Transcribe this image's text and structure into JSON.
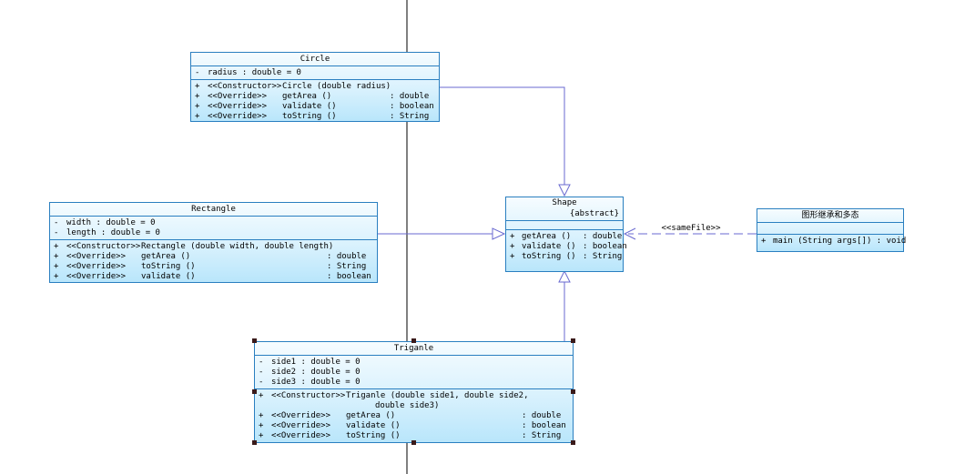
{
  "classes": {
    "circle": {
      "name": "Circle",
      "attributes": [
        {
          "vis": "-",
          "text": "radius  : double   = 0"
        }
      ],
      "operations": [
        {
          "vis": "+",
          "stereo": "<<Constructor>>",
          "sig": "Circle (double radius)",
          "type": ""
        },
        {
          "vis": "+",
          "stereo": "<<Override>>",
          "sig": "getArea ()",
          "type": ": double"
        },
        {
          "vis": "+",
          "stereo": "<<Override>>",
          "sig": "validate ()",
          "type": ": boolean"
        },
        {
          "vis": "+",
          "stereo": "<<Override>>",
          "sig": "toString ()",
          "type": ": String"
        }
      ]
    },
    "rectangle": {
      "name": "Rectangle",
      "attributes": [
        {
          "vis": "-",
          "text": "width   : double   = 0"
        },
        {
          "vis": "-",
          "text": "length  : double   = 0"
        }
      ],
      "operations": [
        {
          "vis": "+",
          "stereo": "<<Constructor>>",
          "sig": "Rectangle (double width, double length)",
          "type": ""
        },
        {
          "vis": "+",
          "stereo": "<<Override>>",
          "sig": "getArea ()",
          "type": ": double"
        },
        {
          "vis": "+",
          "stereo": "<<Override>>",
          "sig": "toString ()",
          "type": ": String"
        },
        {
          "vis": "+",
          "stereo": "<<Override>>",
          "sig": "validate ()",
          "type": ": boolean"
        }
      ]
    },
    "shape": {
      "name": "Shape",
      "stereotype": "{abstract}",
      "operations": [
        {
          "vis": "+",
          "text": "getArea  ()",
          "type": ": double"
        },
        {
          "vis": "+",
          "text": "validate ()",
          "type": ": boolean"
        },
        {
          "vis": "+",
          "text": "toString ()",
          "type": ": String"
        }
      ]
    },
    "main": {
      "name": "图形继承和多态",
      "operations": [
        {
          "vis": "+",
          "text": "main (String args[])  : void"
        }
      ]
    },
    "triganle": {
      "name": "Triganle",
      "attributes": [
        {
          "vis": "-",
          "text": "side1  : double   = 0"
        },
        {
          "vis": "-",
          "text": "side2  : double   = 0"
        },
        {
          "vis": "-",
          "text": "side3  : double   = 0"
        }
      ],
      "operations": [
        {
          "vis": "+",
          "stereo": "<<Constructor>>",
          "sig": "Triganle (double side1, double side2,",
          "sig2": "double side3)",
          "type": ""
        },
        {
          "vis": "+",
          "stereo": "<<Override>>",
          "sig": "getArea ()",
          "type": ": double"
        },
        {
          "vis": "+",
          "stereo": "<<Override>>",
          "sig": "validate ()",
          "type": ": boolean"
        },
        {
          "vis": "+",
          "stereo": "<<Override>>",
          "sig": "toString ()",
          "type": ": String"
        }
      ]
    }
  },
  "relations": {
    "samefile_label": "<<sameFile>>"
  },
  "colors": {
    "border": "#2a7fc0",
    "connector": "#6a6ad0",
    "divider": "#000000"
  }
}
